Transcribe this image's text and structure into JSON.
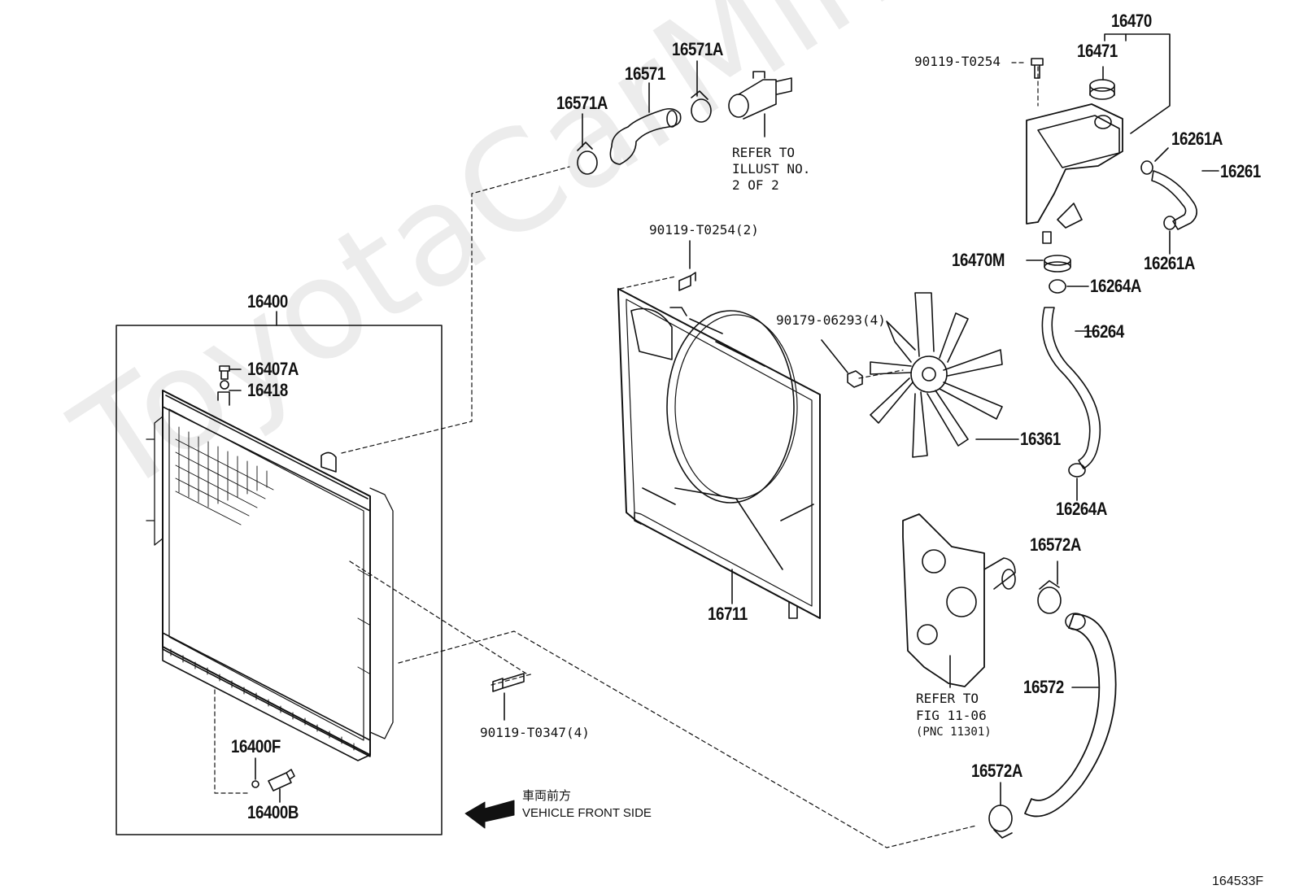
{
  "watermark": "ToyotaCarMine.ru",
  "parts": {
    "radiator_assy": "16400",
    "radiator_cap_plug": "16407A",
    "gasket": "16418",
    "drain_gasket": "16400F",
    "drain_cock": "16400B",
    "bolt_t0347": "90119-T0347(4)",
    "hose_clamp_left": "16571A",
    "inlet_hose": "16571",
    "hose_clamp_right": "16571A",
    "fan_shroud": "16711",
    "shroud_bolt": "90119-T0254(2)",
    "fan_nut": "90179-06293(4)",
    "fan": "16361",
    "reserve_tank_assy": "16470",
    "reserve_cap": "16471",
    "tank_bolt": "90119-T0254",
    "clamp_16261a_top": "16261A",
    "overflow_hose": "16261",
    "clamp_16261a_bottom": "16261A",
    "tank_grommet": "16470M",
    "clamp_16264a_top": "16264A",
    "tank_hose": "16264",
    "clamp_16264a_bottom": "16264A",
    "outlet_clamp_top": "16572A",
    "outlet_hose": "16572",
    "outlet_clamp_bottom": "16572A"
  },
  "notes": {
    "refer_illust_line1": "REFER TO",
    "refer_illust_line2": "ILLUST NO.",
    "refer_illust_line3": "2 OF 2",
    "refer_fig_line1": "REFER TO",
    "refer_fig_line2": "FIG 11-06",
    "refer_fig_line3": "(PNC 11301)"
  },
  "front_side": {
    "japanese": "車両前方",
    "english": "VEHICLE FRONT SIDE"
  },
  "illustration_code": "164533F"
}
